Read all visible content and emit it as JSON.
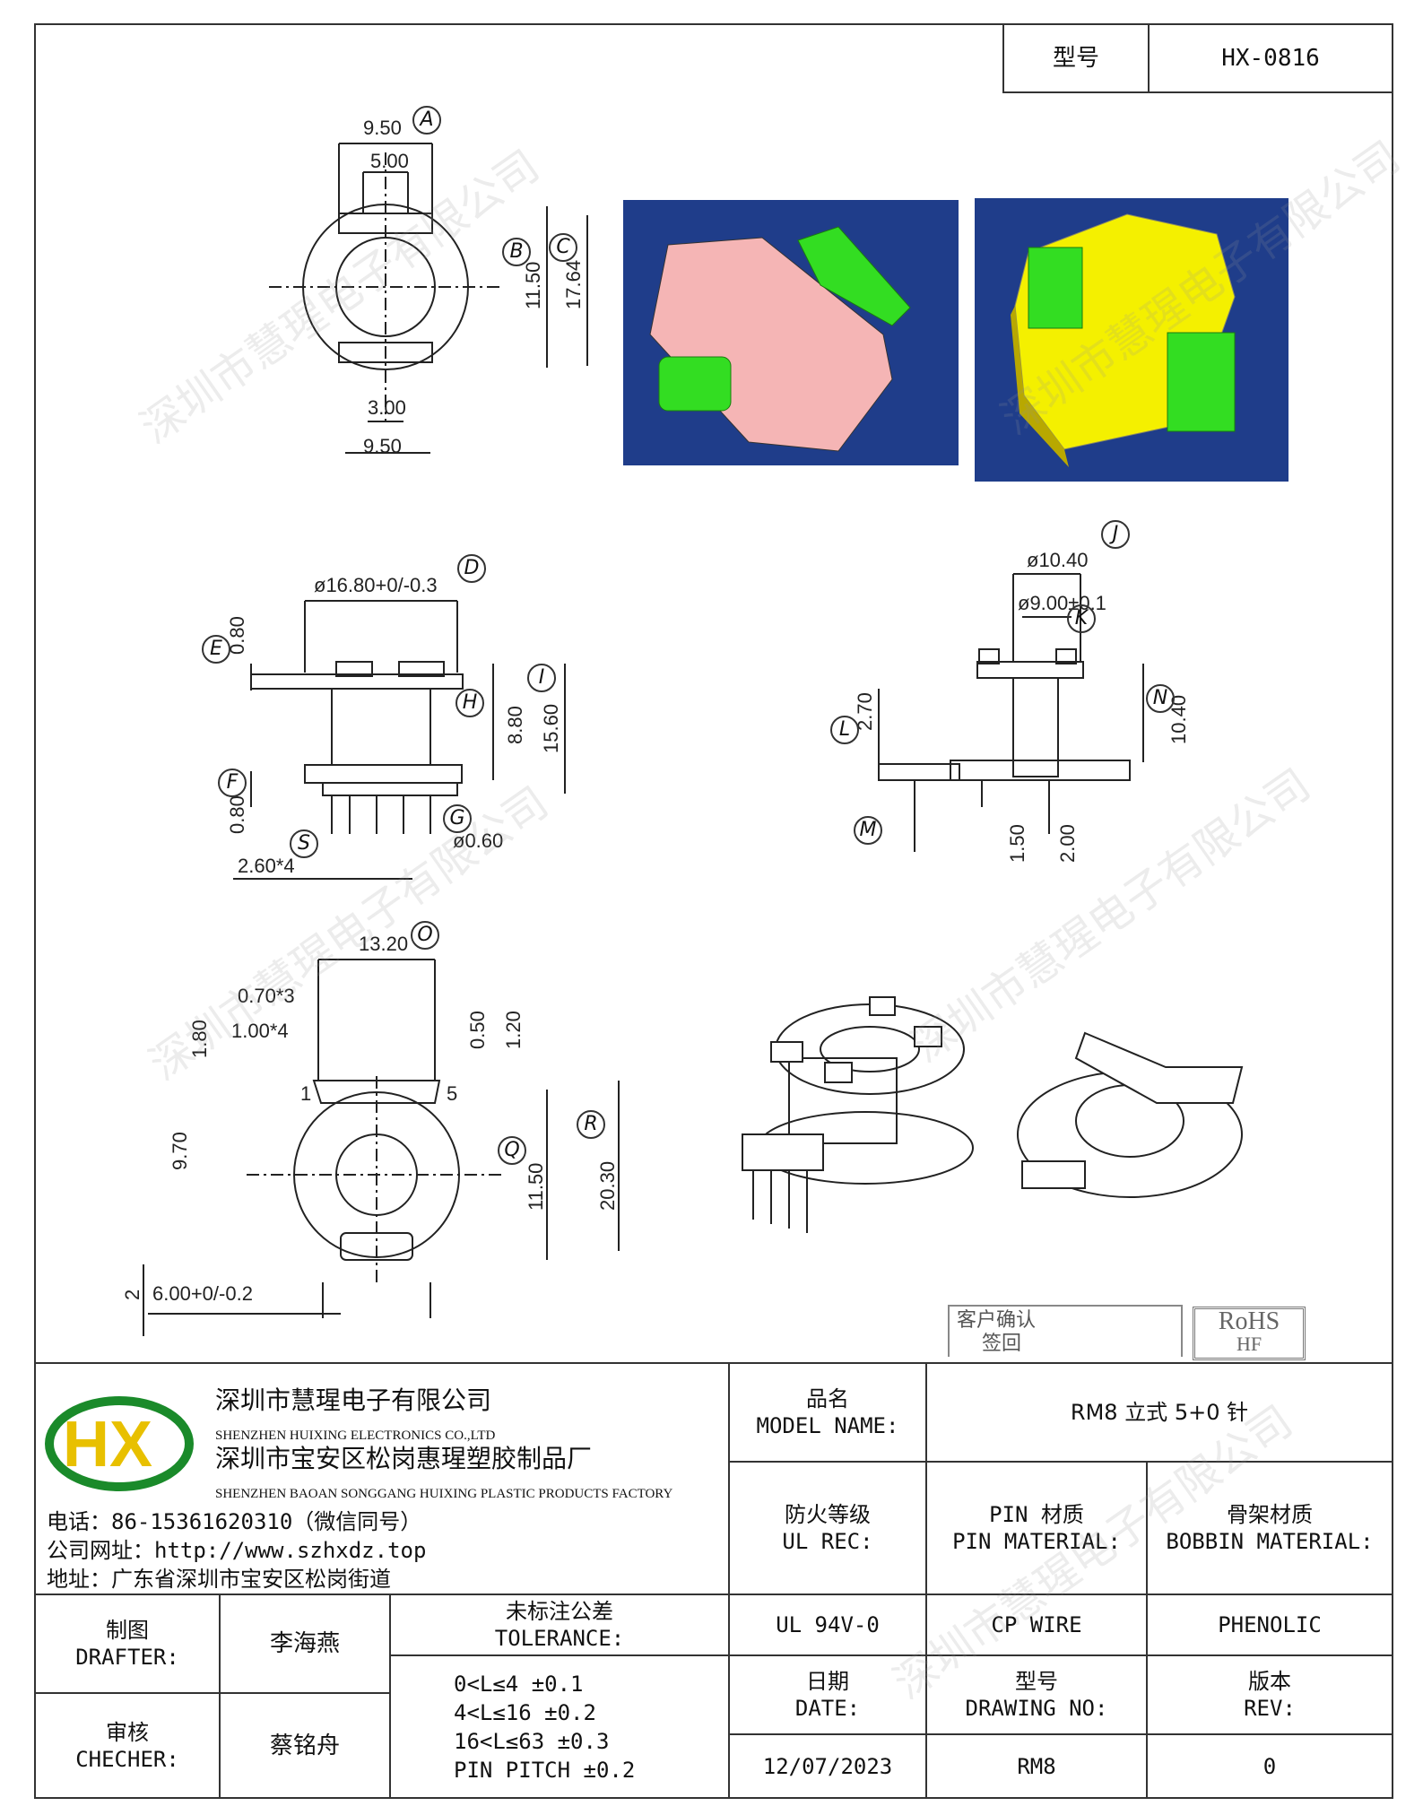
{
  "header": {
    "model_label": "型号",
    "model_value": "HX-0816"
  },
  "dimensions": {
    "top_view": {
      "a": "9.50",
      "a_tag": "A",
      "inner": "5.00",
      "b": "11.50",
      "b_tag": "B",
      "c": "17.64",
      "c_tag": "C",
      "slot": "3.00",
      "bottom": "9.50"
    },
    "front_view": {
      "d": "ø16.80+0/-0.3",
      "d_tag": "D",
      "e": "0.80",
      "e_tag": "E",
      "h": "8.80",
      "h_tag": "H",
      "i": "15.60",
      "i_tag": "I",
      "f": "0.80",
      "f_tag": "F",
      "g": "ø0.60",
      "g_tag": "G",
      "s_tag": "S",
      "pitch": "2.60*4"
    },
    "side_view": {
      "j": "ø10.40",
      "j_tag": "J",
      "k": "ø9.00±0.1",
      "k_tag": "K",
      "l": "2.70",
      "l_tag": "L",
      "n": "10.40",
      "n_tag": "N",
      "m_tag": "M",
      "p1": "1.50",
      "p2": "2.00"
    },
    "bottom_view": {
      "o": "13.20",
      "o_tag": "O",
      "w1": "0.70*3",
      "w2": "1.00*4",
      "h1": "1.80",
      "h2": "0.50",
      "h3": "1.20",
      "pin_first": "1",
      "pin_last": "5",
      "v1": "9.70",
      "q": "11.50",
      "q_tag": "Q",
      "r": "20.30",
      "r_tag": "R",
      "bot": "2",
      "width": "6.00+0/-0.2"
    }
  },
  "stamps": {
    "customer_confirm": "客户确认",
    "sign_back": "签回",
    "rohs": "RoHS",
    "hf": "HF"
  },
  "company": {
    "logo_text": "HX",
    "name_cn": "深圳市慧瑆电子有限公司",
    "name_en": "SHENZHEN HUIXING ELECTRONICS CO.,LTD",
    "factory_cn": "深圳市宝安区松岗惠瑆塑胶制品厂",
    "factory_en": "SHENZHEN BAOAN SONGGANG HUIXING PLASTIC PRODUCTS FACTORY",
    "phone": "电话：86-15361620310（微信同号）",
    "website": "公司网址：http://www.szhxdz.top",
    "address": "地址：广东省深圳市宝安区松岗街道"
  },
  "title_block": {
    "model_name_cn": "品名",
    "model_name_en": "MODEL NAME:",
    "model_name_value": "RM8 立式 5+0 针",
    "ul_cn": "防火等级",
    "ul_en": "UL REC:",
    "pin_cn": "PIN 材质",
    "pin_en": "PIN MATERIAL:",
    "bobbin_cn": "骨架材质",
    "bobbin_en": "BOBBIN MATERIAL:",
    "ul_value": "UL 94V-0",
    "pin_value": "CP WIRE",
    "bobbin_value": "PHENOLIC",
    "drafter_cn": "制图",
    "drafter_en": "DRAFTER:",
    "drafter_value": "李海燕",
    "checker_cn": "审核",
    "checker_en": "CHECHER:",
    "checker_value": "蔡铭舟",
    "tolerance_cn": "未标注公差",
    "tolerance_en": "TOLERANCE:",
    "tolerances": [
      "0<L≤4  ±0.1",
      "4<L≤16 ±0.2",
      "16<L≤63 ±0.3",
      "PIN PITCH ±0.2"
    ],
    "date_cn": "日期",
    "date_en": "DATE:",
    "date_value": "12/07/2023",
    "drawing_cn": "型号",
    "drawing_en": "DRAWING NO:",
    "drawing_value": "RM8",
    "rev_cn": "版本",
    "rev_en": "REV:",
    "rev_value": "0"
  },
  "watermark": "深圳市慧瑆电子有限公司",
  "colors": {
    "render_bg": "#1f3d8a",
    "body_pink": "#f5b5b5",
    "pins_green": "#33dd22",
    "body_yellow": "#f4f000"
  }
}
